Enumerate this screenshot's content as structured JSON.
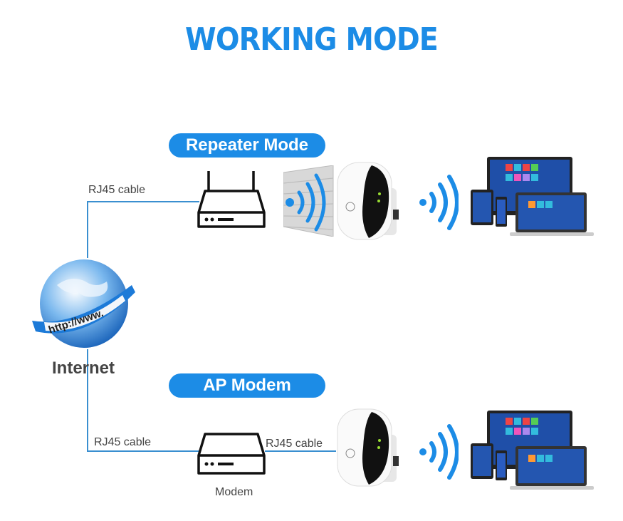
{
  "title": "WORKING MODE",
  "repeater": {
    "label": "Repeater Mode",
    "cable": "RJ45 cable"
  },
  "ap": {
    "label": "AP Modem",
    "cable_left": "RJ45 cable",
    "cable_right": "RJ45 cable",
    "modem": "Modem"
  },
  "internet": {
    "label": "Internet",
    "globe_text": "http://www."
  },
  "colors": {
    "accent": "#1c8ce6",
    "line": "#3a8fd0"
  }
}
